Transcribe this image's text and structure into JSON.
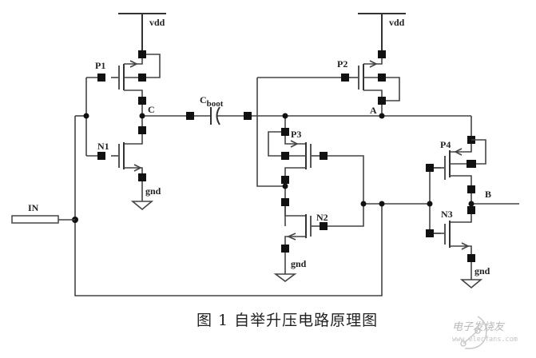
{
  "figure": {
    "caption": "图 1 自举升压电路原理图",
    "watermark": {
      "brand": "电子发烧友",
      "url": "www.elecfans.com"
    }
  },
  "circuit": {
    "supply_labels": [
      "vdd",
      "vdd"
    ],
    "ground_labels": [
      "gnd",
      "gnd",
      "gnd"
    ],
    "transistors": [
      {
        "name": "P1",
        "type": "PMOS"
      },
      {
        "name": "N1",
        "type": "NMOS"
      },
      {
        "name": "P2",
        "type": "PMOS"
      },
      {
        "name": "P3",
        "type": "PMOS"
      },
      {
        "name": "N2",
        "type": "NMOS"
      },
      {
        "name": "P4",
        "type": "PMOS"
      },
      {
        "name": "N3",
        "type": "NMOS"
      }
    ],
    "capacitor": {
      "label_main": "C",
      "label_sub": "boot"
    },
    "nodes": {
      "C": "C",
      "A": "A",
      "B": "B"
    },
    "input": {
      "label": "IN"
    }
  }
}
